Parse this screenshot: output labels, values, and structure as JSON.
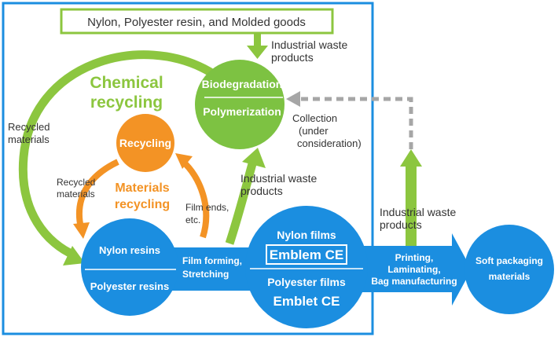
{
  "top_box": "Nylon, Polyester resin, and Molded goods",
  "industrial_waste_top": [
    "Industrial waste",
    "products"
  ],
  "chemical_recycling": [
    "Chemical",
    "recycling"
  ],
  "green_circle": {
    "line1": "Biodegradation",
    "line2": "Polymerization"
  },
  "collection": [
    "Collection",
    "(under",
    "consideration)"
  ],
  "recycled_materials_outer": [
    "Recycled",
    "materials"
  ],
  "recycling_circle": "Recycling",
  "recycled_materials_inner": [
    "Recycled",
    "materials"
  ],
  "materials_recycling": [
    "Materials",
    "recycling"
  ],
  "film_ends": [
    "Film ends,",
    "etc."
  ],
  "industrial_waste_mid": [
    "Industrial waste",
    "products"
  ],
  "industrial_waste_right": [
    "Industrial waste",
    "products"
  ],
  "resins_circle": {
    "nylon": "Nylon resins",
    "polyester": "Polyester resins"
  },
  "film_forming": [
    "Film forming,",
    "Stretching"
  ],
  "films_circle": {
    "nylon_films": "Nylon films",
    "emblem": "Emblem CE",
    "polyester_films": "Polyester films",
    "emblet": "Emblet CE"
  },
  "printing": [
    "Printing,",
    "Laminating,",
    "Bag manufacturing"
  ],
  "soft_packaging": [
    "Soft packaging",
    "materials"
  ],
  "colors": {
    "blue": "#1b8ee0",
    "green": "#8cc63f",
    "green_circle": "#7dc242",
    "orange": "#f39325",
    "gray": "#a6a6a6",
    "text": "#333333"
  }
}
